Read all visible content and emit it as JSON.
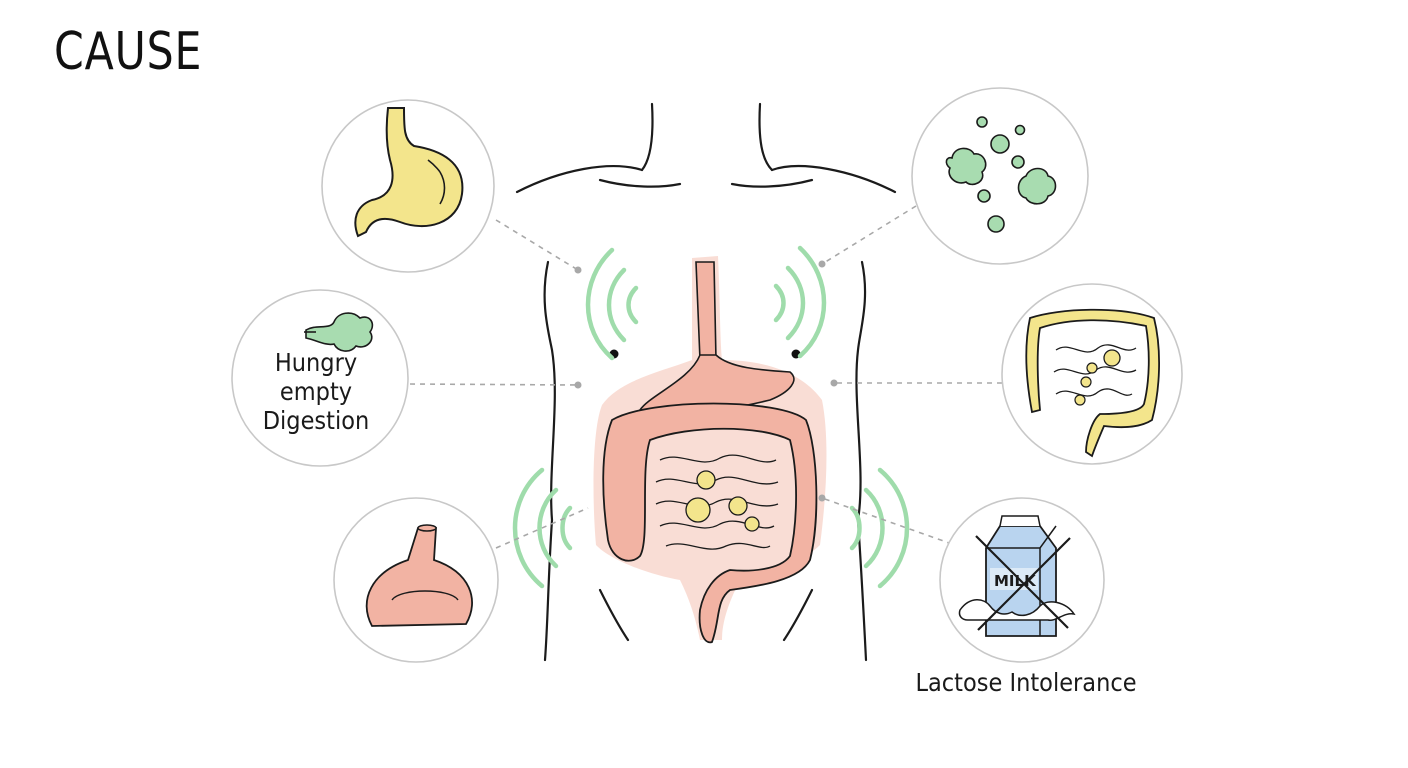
{
  "title": "CAUSE",
  "labels": {
    "hungry_line1": "Hungry",
    "hungry_line2": "empty",
    "hungry_line3": "Digestion",
    "lactose": "Lactose Intolerance",
    "milk": "MILK"
  },
  "icons": [
    "stomach-icon",
    "gas-cloud-icon",
    "gas-bubbles-icon",
    "intestines-icon",
    "stomach-small-icon",
    "milk-carton-icon"
  ],
  "colors": {
    "organ_pink": "#f2b3a3",
    "organ_yellow": "#f3e58c",
    "gas_green": "#a8dcb0",
    "wave_green": "#9fdcab",
    "milk_blue": "#b9d4ef",
    "outline": "#1b1b1b"
  }
}
